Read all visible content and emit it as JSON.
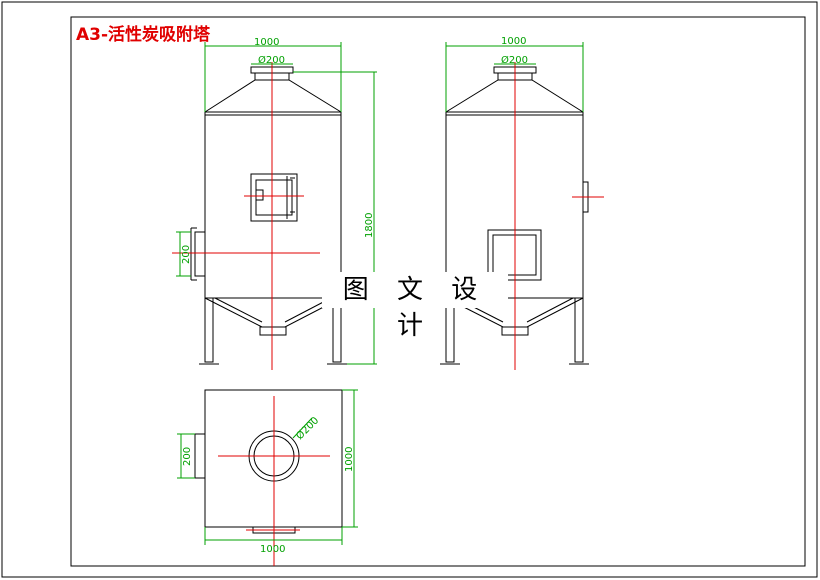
{
  "drawing": {
    "title": "A3-活性炭吸附塔",
    "watermark": "图 文 设 计"
  },
  "dimensions": {
    "front_width": "1000",
    "front_outlet": "Ø200",
    "front_height": "1800",
    "front_inlet": "200",
    "side_width": "1000",
    "side_outlet": "Ø200",
    "plan_outlet": "Ø200",
    "plan_inlet": "200",
    "plan_depth": "1000",
    "plan_width": "1000"
  },
  "colors": {
    "outline": "#000000",
    "centerline": "#e00000",
    "dimension": "#00a000",
    "title": "#e00000"
  }
}
